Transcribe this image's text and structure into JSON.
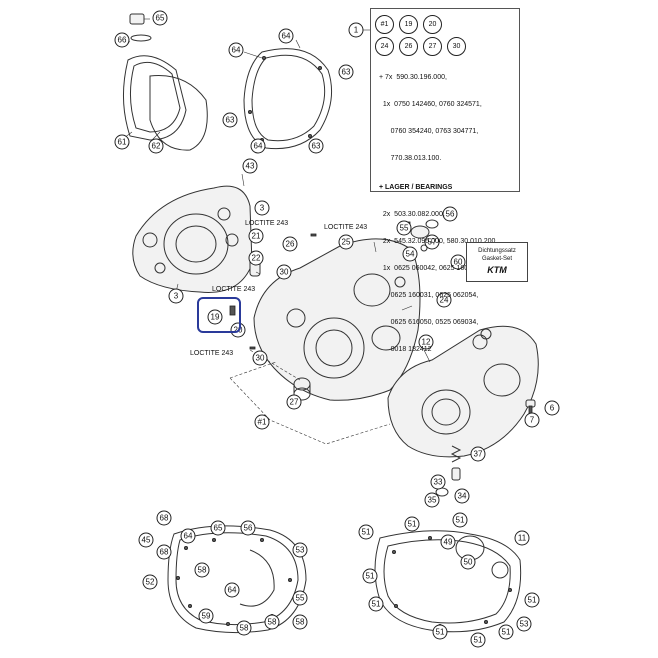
{
  "info_box": {
    "ref_label": "1",
    "kit_numbers": [
      "#1",
      "19",
      "20",
      "24",
      "26",
      "27",
      "30"
    ],
    "screws_lines": [
      "+ 7x  590.30.196.000,",
      "  1x  0750 142460, 0760 324571,",
      "      0760 354240, 0763 304771,",
      "      770.38.013.100."
    ],
    "bearings_heading": "+ LAGER / BEARINGS",
    "bearings_lines": [
      "  2x  503.30.082.000,",
      "  2x  545.32.095.000, 580.30.010.200",
      "  1x  0625 060042, 0625 160030.",
      "      0625 160031, 0625 062054,",
      "      0625 616050, 0525 069034,",
      "      0018 182412"
    ]
  },
  "gasket_set": {
    "line1": "Dichtungssatz",
    "line2": "Gasket-Set",
    "brand": "KTM",
    "ref": "60"
  },
  "loctite_label": "LOCTITE 243",
  "highlighted_callout": "19",
  "callouts": {
    "c65": "65",
    "c66": "66",
    "c61": "61",
    "c62": "62",
    "c64a": "64",
    "c64b": "64",
    "c63a": "63",
    "c63b": "63",
    "c63c": "63",
    "c64c": "64",
    "c43": "43",
    "c3a": "3",
    "c3b": "3",
    "c21": "21",
    "c22": "22",
    "c26": "26",
    "c25": "25",
    "c30a": "30",
    "c19": "19",
    "c20": "20",
    "c30b": "30",
    "c27": "27",
    "c1": "#1",
    "c55": "55",
    "c56": "56",
    "c57": "57",
    "c54": "54",
    "c24": "24",
    "c12": "12",
    "c7": "7",
    "c6": "6",
    "c37": "37",
    "c33": "33",
    "c35": "35",
    "c34": "34",
    "l68a": "68",
    "l45": "45",
    "l64a": "64",
    "l65a": "65",
    "l56a": "56",
    "l53": "53",
    "l68b": "68",
    "l52": "52",
    "l58a": "58",
    "l64b": "64",
    "l59a": "59",
    "l55": "55",
    "l58b": "58",
    "l58c": "58",
    "l58d": "58",
    "r51a": "51",
    "r51b": "51",
    "r51c": "51",
    "r50": "50",
    "r11": "11",
    "r49": "49",
    "r51d": "51",
    "r51e": "51",
    "r51f": "51",
    "r51g": "51",
    "r51h": "51",
    "r51i": "51",
    "r53": "53"
  }
}
